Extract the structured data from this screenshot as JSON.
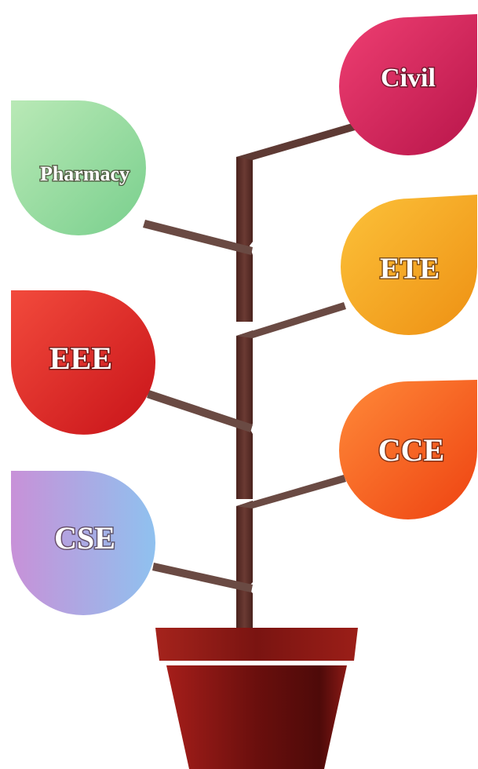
{
  "diagram": {
    "leaves": [
      {
        "id": "civil",
        "label": "Civil",
        "color_a": "#ef3f72",
        "color_b": "#b8154a"
      },
      {
        "id": "pharmacy",
        "label": "Pharmacy",
        "color_a": "#b9e9b6",
        "color_b": "#79cf8d"
      },
      {
        "id": "ete",
        "label": "ETE",
        "color_a": "#fcc23a",
        "color_b": "#ee9013"
      },
      {
        "id": "eee",
        "label": "EEE",
        "color_a": "#f24a3c",
        "color_b": "#c81319"
      },
      {
        "id": "cce",
        "label": "CCE",
        "color_a": "#ff8a39",
        "color_b": "#ee4211"
      },
      {
        "id": "cse",
        "label": "CSE",
        "color_a": "#c891d8",
        "color_b": "#8fc1ef"
      }
    ],
    "colors": {
      "trunk": "#5b2d27",
      "branch": "#68453e",
      "pot": "#7c1312",
      "pot_rim": "#8a1b17"
    }
  }
}
